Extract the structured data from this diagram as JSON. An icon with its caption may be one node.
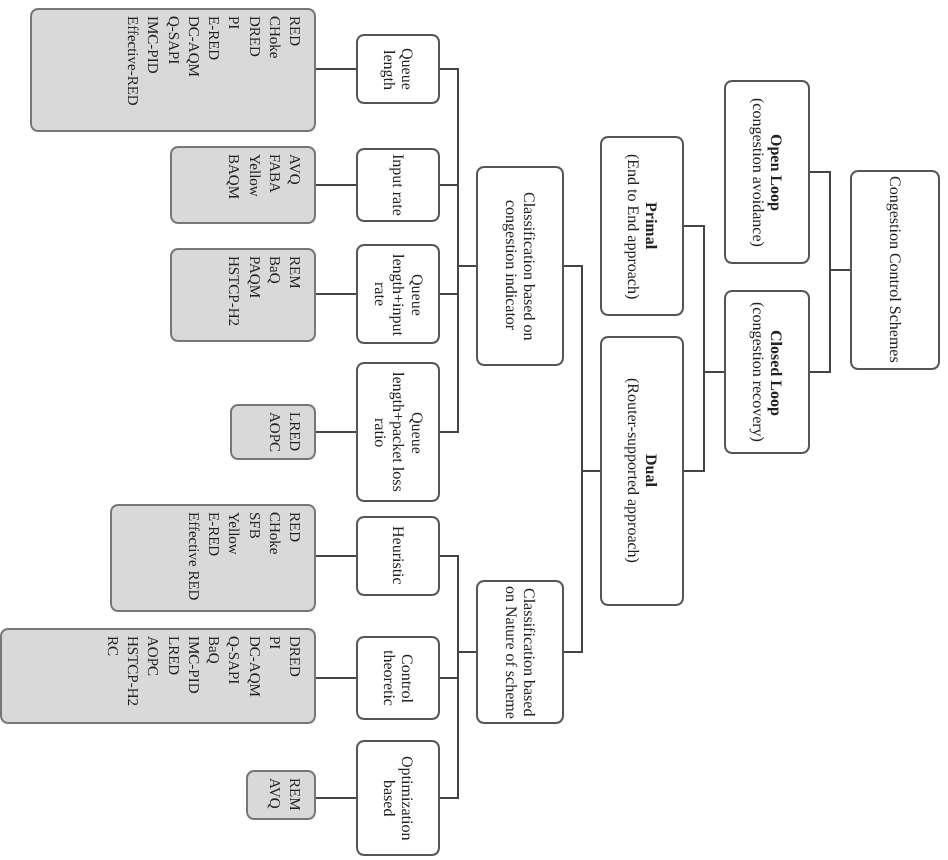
{
  "diagram": {
    "nodes": [
      {
        "text": [
          "Congestion Control Schemes"
        ]
      },
      {
        "text": [
          "Open Loop",
          "(congestion avoidance)"
        ]
      },
      {
        "text": [
          "Closed Loop",
          "(congestion recovery)"
        ]
      },
      {
        "text": [
          "Primal",
          "(End to End approach)"
        ]
      },
      {
        "text": [
          "Dual",
          "(Router-supported approach)"
        ]
      },
      {
        "text": [
          "Classification based on congestion indicator"
        ]
      },
      {
        "text": [
          "Classification based on Nature of scheme"
        ]
      },
      {
        "text": [
          "Queue length"
        ]
      },
      {
        "text": [
          "RED",
          "CHoke",
          "DRED",
          "PI",
          "E-RED",
          "DC-AQM",
          "Q-SAPI",
          "IMC-PID",
          "Effective-RED"
        ]
      },
      {
        "text": [
          "Input rate"
        ]
      },
      {
        "text": [
          "AVQ",
          "FABA",
          "Yellow",
          "BAQM"
        ]
      },
      {
        "text": [
          "Queue length+input rate"
        ]
      },
      {
        "text": [
          "REM",
          "BaQ",
          "PAQM",
          "HSTCP-H2"
        ]
      },
      {
        "text": [
          "Queue length+packet loss ratio"
        ]
      },
      {
        "text": [
          "LRED",
          "AOPC"
        ]
      },
      {
        "text": [
          "Heuristic"
        ]
      },
      {
        "text": [
          "RED",
          "CHoke",
          "SFB",
          "Yellow",
          "E-RED",
          "Effective RED"
        ]
      },
      {
        "text": [
          "Control theoretic"
        ]
      },
      {
        "text": [
          "DRED",
          "PI",
          "DC-AQM",
          "Q-SAPI",
          "BaQ",
          "IMC-PID",
          "LRED",
          "AOPC",
          "HSTCP-H2",
          "RC"
        ]
      },
      {
        "text": [
          "Optimization based"
        ]
      },
      {
        "text": [
          "REM",
          "AVQ"
        ]
      }
    ],
    "edges": [
      {
        "from": 0,
        "to": 1,
        "arrow": "none"
      },
      {
        "from": 0,
        "to": 2,
        "arrow": "none"
      },
      {
        "from": 2,
        "to": 3,
        "arrow": "none"
      },
      {
        "from": 2,
        "to": 4,
        "arrow": "none"
      },
      {
        "from": 4,
        "to": 5,
        "arrow": "none"
      },
      {
        "from": 4,
        "to": 6,
        "arrow": "none"
      },
      {
        "from": 5,
        "to": 7,
        "arrow": "none"
      },
      {
        "from": 5,
        "to": 9,
        "arrow": "none"
      },
      {
        "from": 5,
        "to": 11,
        "arrow": "none"
      },
      {
        "from": 5,
        "to": 13,
        "arrow": "none"
      },
      {
        "from": 6,
        "to": 15,
        "arrow": "none"
      },
      {
        "from": 6,
        "to": 17,
        "arrow": "none"
      },
      {
        "from": 6,
        "to": 19,
        "arrow": "none"
      },
      {
        "from": 7,
        "to": 8,
        "arrow": "none"
      },
      {
        "from": 9,
        "to": 10,
        "arrow": "none"
      },
      {
        "from": 11,
        "to": 12,
        "arrow": "none"
      },
      {
        "from": 13,
        "to": 14,
        "arrow": "none"
      },
      {
        "from": 15,
        "to": 16,
        "arrow": "none"
      },
      {
        "from": 17,
        "to": 18,
        "arrow": "none"
      },
      {
        "from": 19,
        "to": 20,
        "arrow": "none"
      }
    ]
  }
}
